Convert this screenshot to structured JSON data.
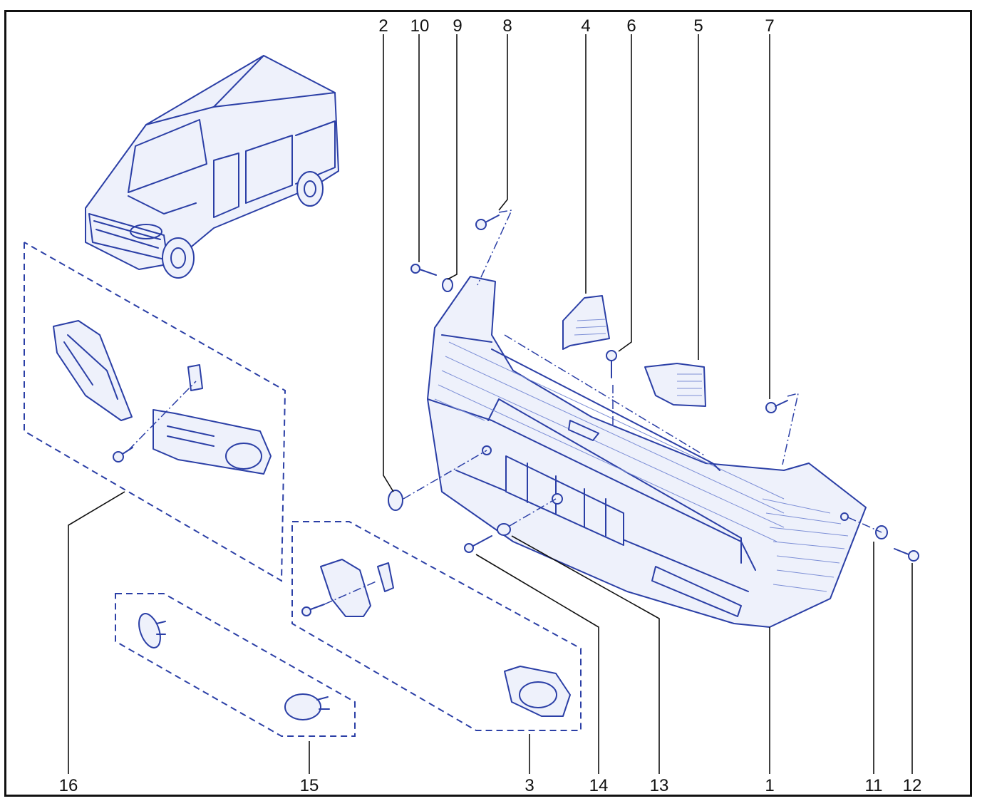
{
  "diagram": {
    "callouts": [
      "2",
      "10",
      "9",
      "8",
      "4",
      "6",
      "5",
      "7",
      "16",
      "15",
      "3",
      "14",
      "13",
      "1",
      "11",
      "12"
    ]
  },
  "colors": {
    "line": "#2b3fa6",
    "fill": "#eef1fb",
    "label": "#111111"
  }
}
